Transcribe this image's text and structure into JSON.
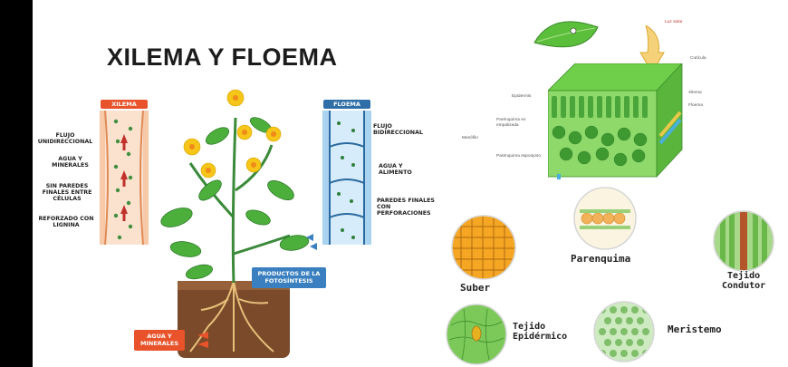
{
  "title": "XILEMA Y FLOEMA",
  "xilema": {
    "badge": "XILEMA",
    "labels": [
      "FLUJO UNIDIRECCIONAL",
      "AGUA Y MINERALES",
      "SIN PAREDES FINALES ENTRE CÉLULAS",
      "REFORZADO CON LIGNINA"
    ]
  },
  "floema": {
    "badge": "FLOEMA",
    "labels": [
      "FLUJO BIDIRECCIONAL",
      "AGUA Y ALIMENTO",
      "PAREDES FINALES CON PERFORACIONES"
    ]
  },
  "plant": {
    "products_label": "PRODUCTOS DE LA FOTOSÍNTESIS",
    "water_label": "AGUA Y MINERALES"
  },
  "leaf_section": {
    "light_label": "Luz solar",
    "labels": [
      "Cutícula",
      "Epidermis",
      "Parénquima en empalizada",
      "Mesófilo",
      "Parénquima esponjoso",
      "Xilema",
      "Floema"
    ]
  },
  "tissues": [
    {
      "name": "Parenquima"
    },
    {
      "name": "Suber"
    },
    {
      "name": "Tejido\nCondutor"
    },
    {
      "name": "Tejido\nEpidérmico"
    },
    {
      "name": "Meristemo"
    }
  ],
  "colors": {
    "xilema_badge": "#e8532b",
    "floema_badge": "#2f6fa8",
    "products_badge": "#3a7fc0",
    "water_badge": "#e8532b",
    "leaf_green": "#4caf3c",
    "border_black": "#000000"
  }
}
